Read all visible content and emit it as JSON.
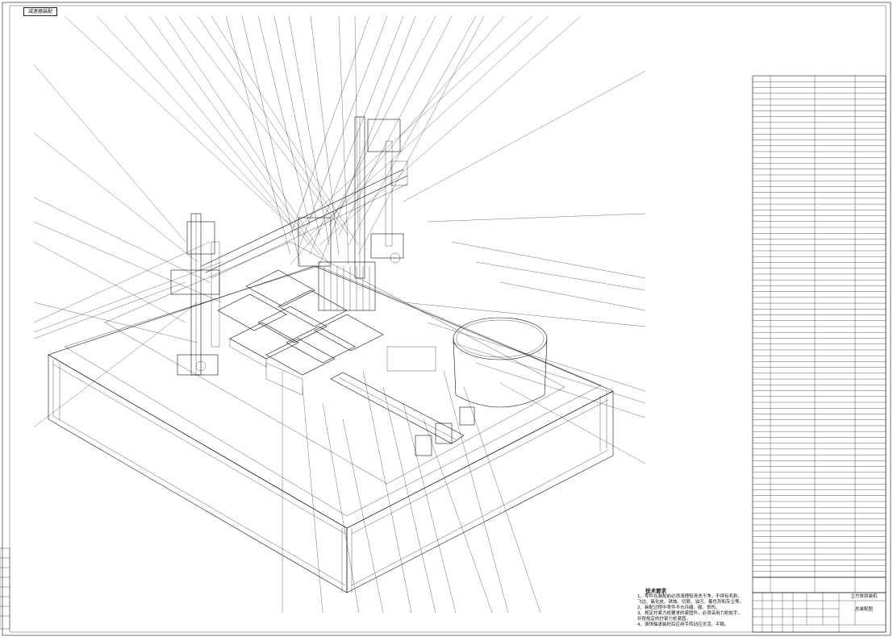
{
  "header": {
    "label": "减速器装配"
  },
  "notes": {
    "title": "技术要求",
    "items": [
      "1、零件在装配前必须清理和清洗干净，不得有毛刺、",
      "   飞边、氧化皮、锈蚀、切屑、油污、着色剂和灰尘等。",
      "2、装配过程中零件不允许磕、碰、划伤。",
      "3、规定拧紧力矩要求的紧固件，必须采用力矩扳手，",
      "   并按规定的拧紧力矩紧固。",
      "4、滚珠轴承装好后应用手转动应灵活、平稳。"
    ]
  },
  "bom": {
    "rows_count": 86
  },
  "title_block": {
    "name": "立方体拼装机",
    "code": "总装配图"
  }
}
